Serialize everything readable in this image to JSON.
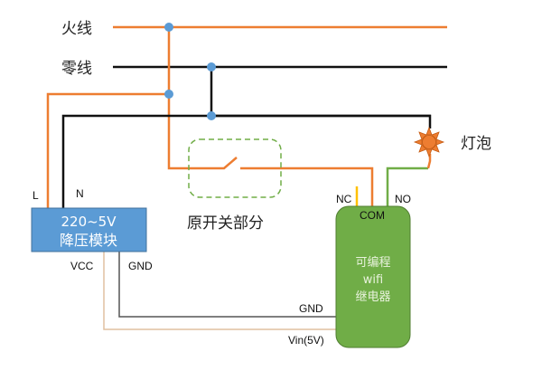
{
  "labels": {
    "live_wire": "火线",
    "neutral_wire": "零线",
    "lamp": "灯泡",
    "original_switch": "原开关部分",
    "pin_L": "L",
    "pin_N": "N",
    "pin_VCC": "VCC",
    "pin_GND_module": "GND",
    "pin_NC": "NC",
    "pin_COM": "COM",
    "pin_NO": "NO",
    "pin_GND_relay": "GND",
    "pin_Vin": "Vin(5V)"
  },
  "module": {
    "line1": "220~5V",
    "line2": "降压模块"
  },
  "relay": {
    "line1": "可编程",
    "line2": "wifi",
    "line3": "继电器"
  },
  "colors": {
    "live": "#ed7d31",
    "neutral": "#111111",
    "junction": "#5b9bd5",
    "module_fill": "#5b9bd5",
    "relay_fill": "#70ad47",
    "switch_box": "#70ad47",
    "nc_pin": "#ffc000",
    "vcc_wire": "#e0c0a0",
    "gnd_wire": "#555555",
    "lamp": "#ed7d31"
  }
}
